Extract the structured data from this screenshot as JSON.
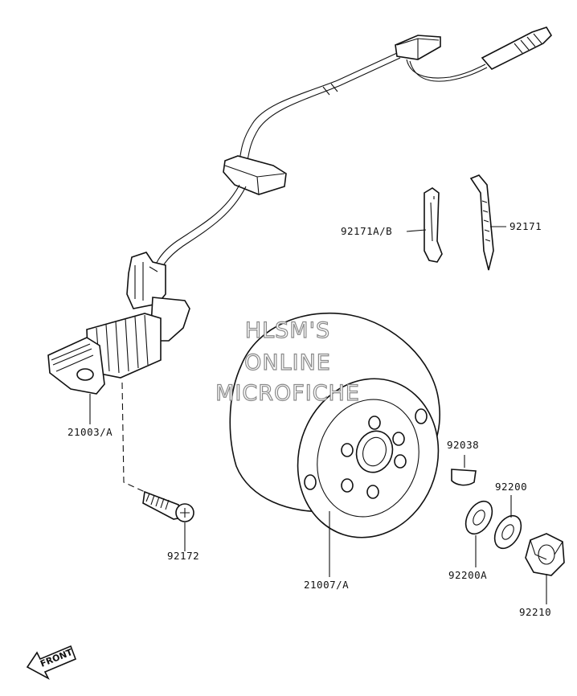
{
  "watermark": {
    "line1": "HLSM'S",
    "line2": "ONLINE",
    "line3": "MICROFICHE"
  },
  "front_label": "FRONT",
  "callouts": {
    "p21003": "21003/A",
    "p92172": "92172",
    "p92171ab": "92171A/B",
    "p92171": "92171",
    "p21007": "21007/A",
    "p92038": "92038",
    "p92200": "92200",
    "p92200a": "92200A",
    "p92210": "92210"
  }
}
